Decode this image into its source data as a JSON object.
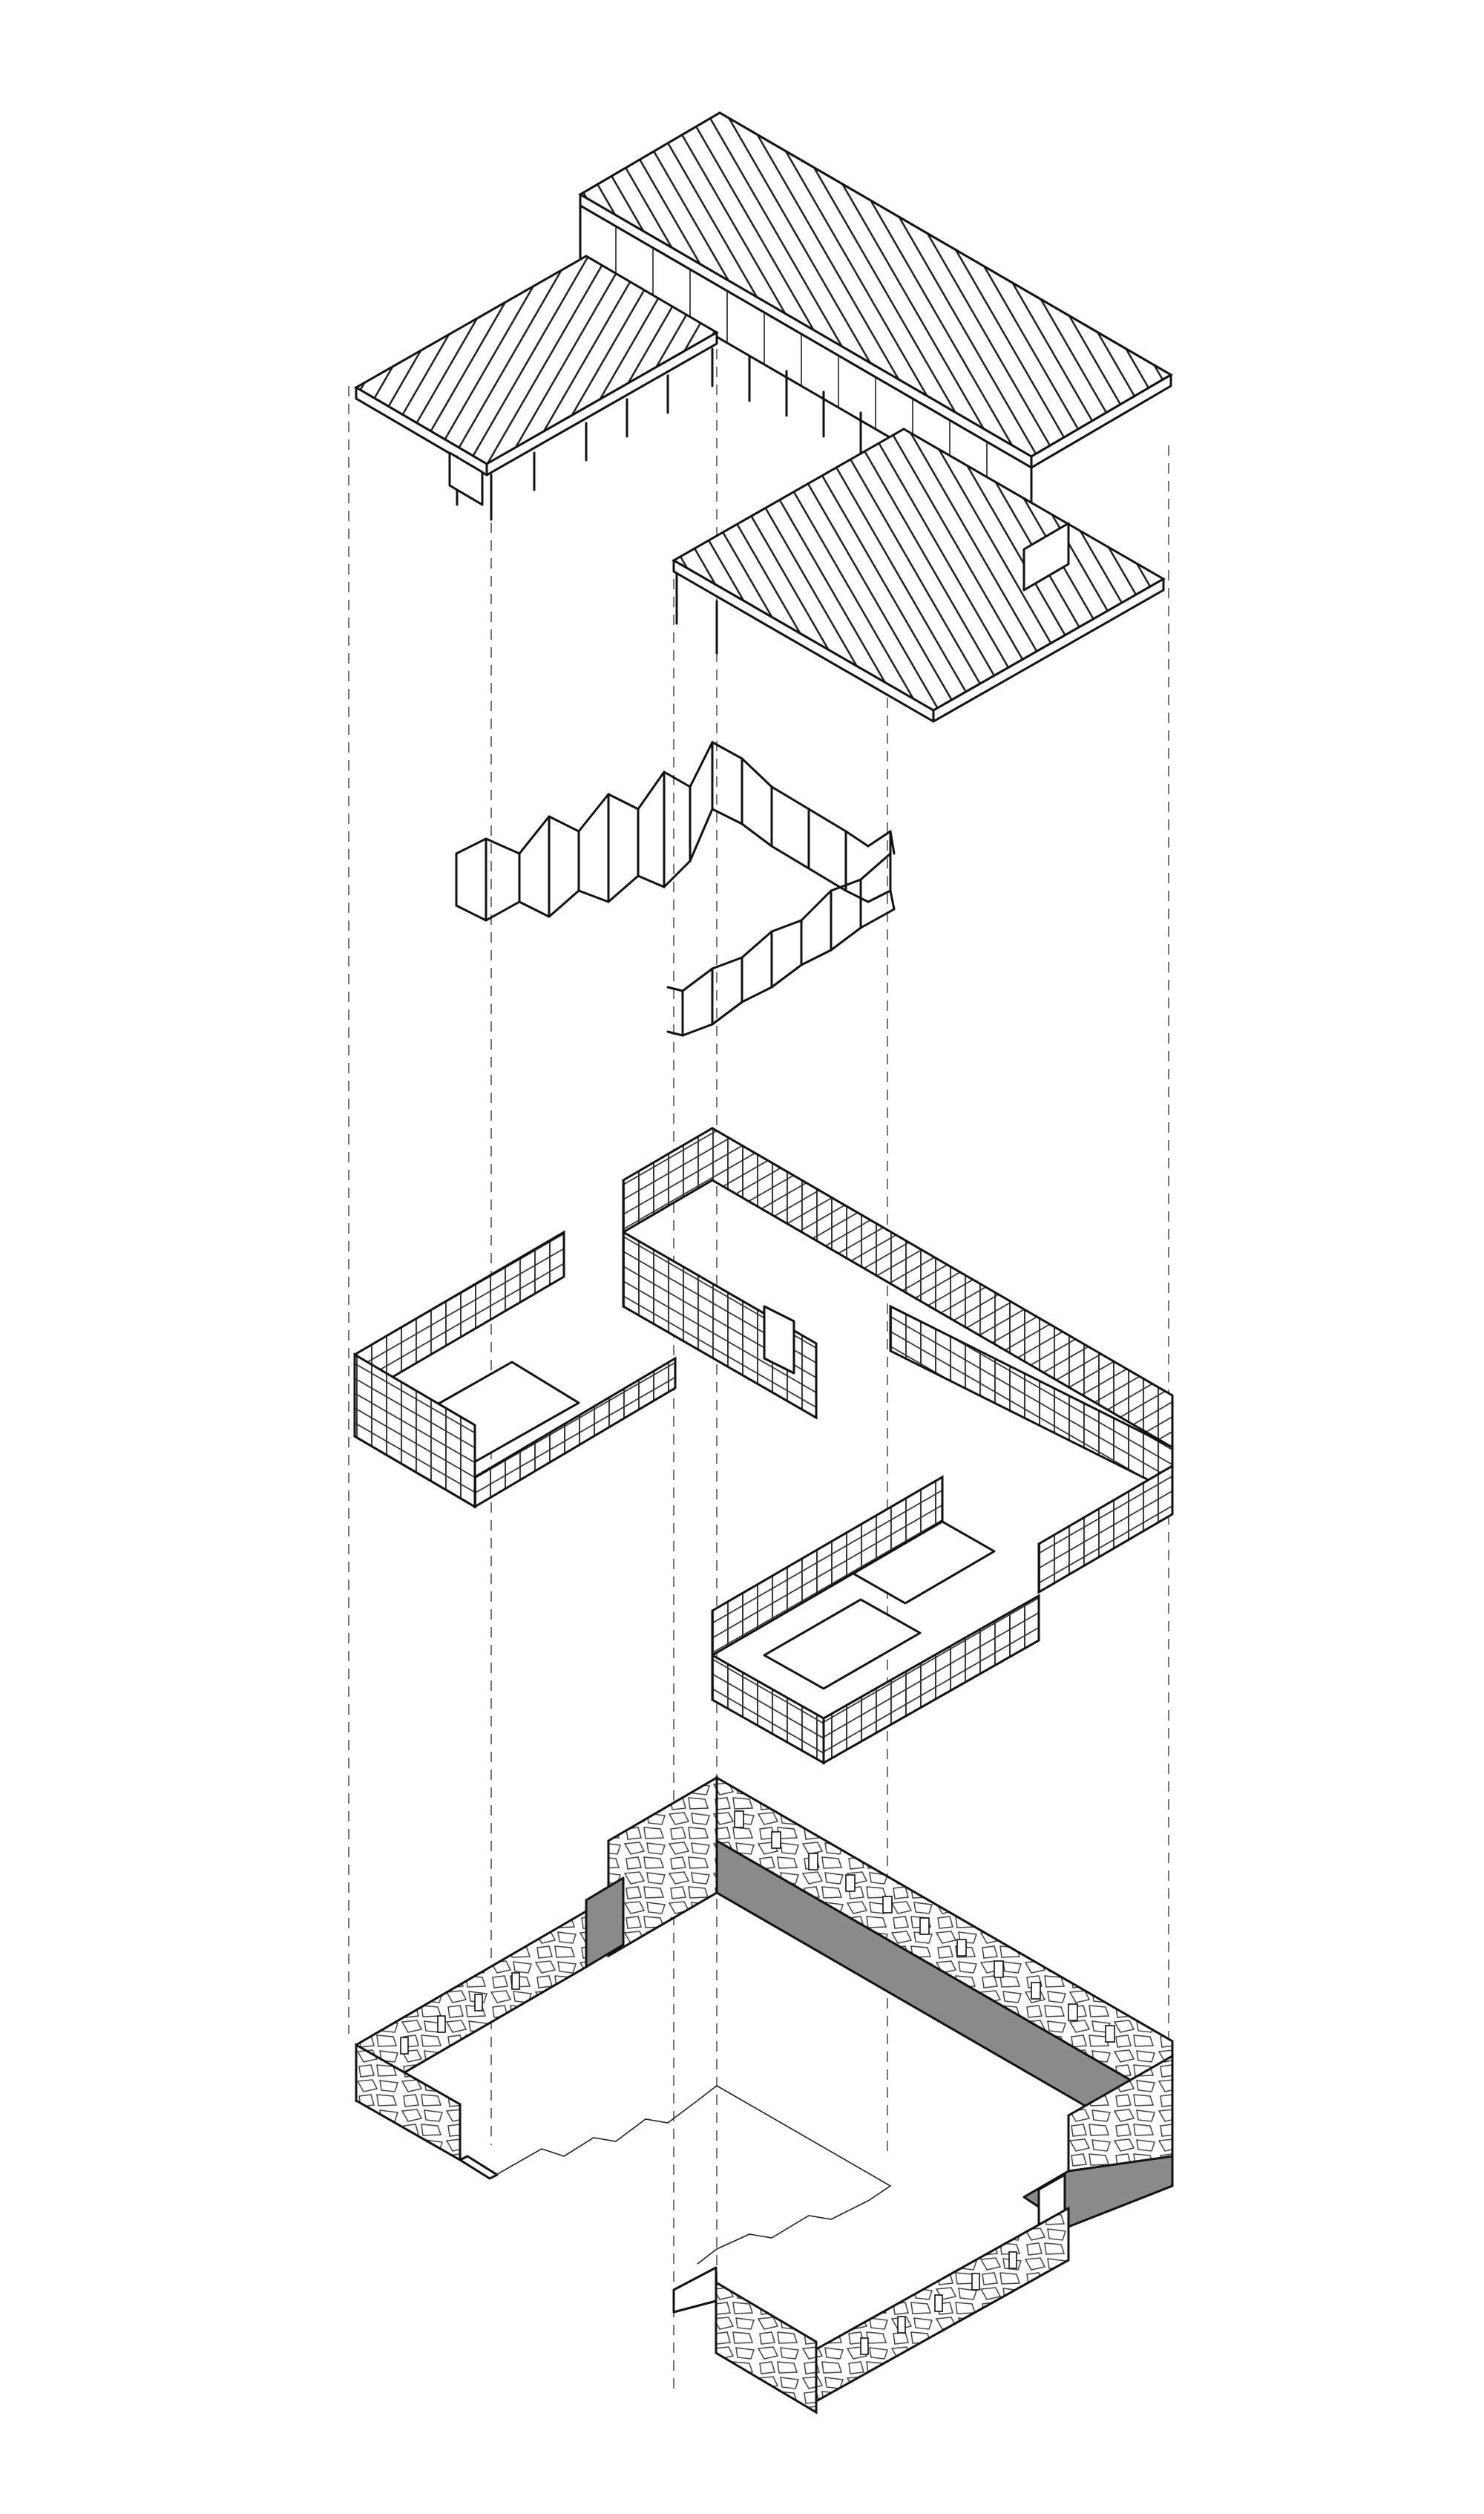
{
  "figure": {
    "layers": [
      {
        "key": "roof",
        "name": "roof-structure-layer"
      },
      {
        "key": "stairs",
        "name": "stair-partition-layer"
      },
      {
        "key": "frame",
        "name": "timber-frame-layer"
      },
      {
        "key": "base",
        "name": "stone-base-walls-layer"
      }
    ]
  },
  "colors": {
    "line": "#111111",
    "guide": "#777777",
    "shade": "#8a8a8a",
    "background": "#ffffff"
  }
}
